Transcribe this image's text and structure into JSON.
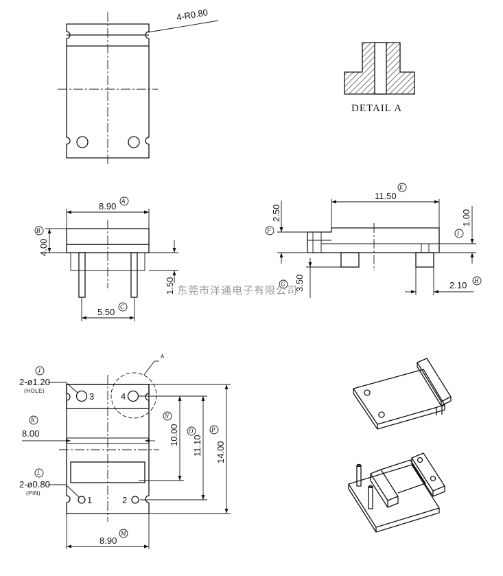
{
  "detail": {
    "title": "DETAIL A",
    "callout": "A"
  },
  "top_view": {
    "radius_note": "4-R0.80"
  },
  "front_view": {
    "width": "8.90",
    "width_tag": "A",
    "height": "4.00",
    "height_tag": "B",
    "pin_length": "1.50",
    "pin_pitch": "5.50",
    "pin_pitch_tag": "C"
  },
  "side_view": {
    "length": "11.50",
    "length_tag": "E",
    "height": "2.50",
    "height_tag": "F",
    "rail_height": "1.00",
    "rail_height_tag": "I",
    "pin_length": "3.50",
    "pin_length_tag": "G",
    "pin_offset": "2.10",
    "pin_offset_tag": "H"
  },
  "bottom_view": {
    "hole_note": "2-ø1.20",
    "hole_note_tag": "J",
    "hole_sub": "(HOLE)",
    "inner_width": "8.00",
    "inner_width_tag": "K",
    "pin_note": "2-ø0.80",
    "pin_note_tag": "L",
    "pin_sub": "(PIN)",
    "width": "8.90",
    "width_tag": "M",
    "dim_n": "10.00",
    "dim_n_tag": "N",
    "dim_o": "11.10",
    "dim_o_tag": "O",
    "dim_p": "14.00",
    "dim_p_tag": "P",
    "pins": [
      "1",
      "2",
      "3",
      "4"
    ]
  },
  "watermark": "东莞市洋通电子有限公司"
}
